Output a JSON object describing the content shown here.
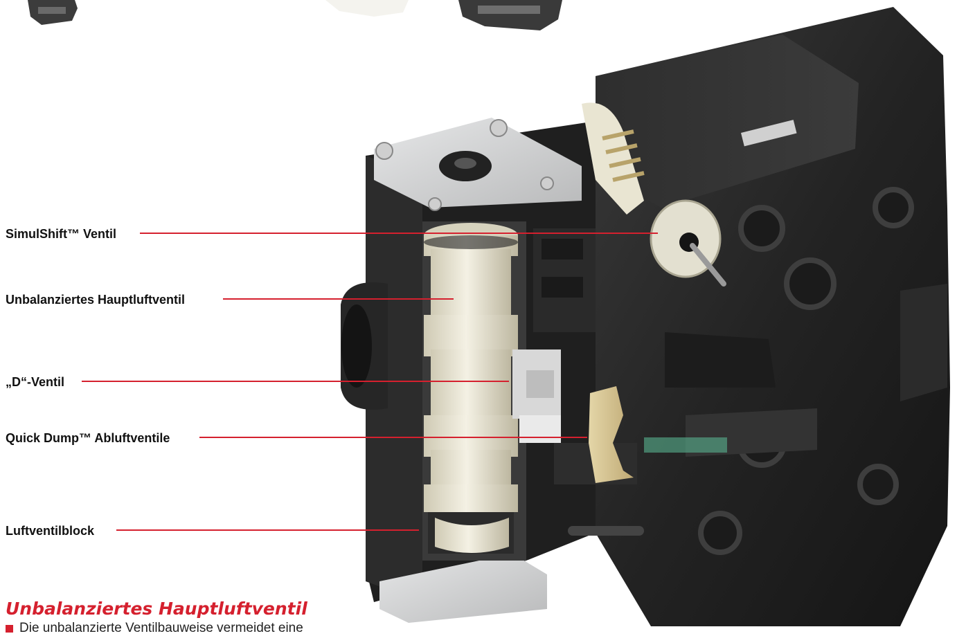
{
  "callouts": [
    {
      "label": "SimulShift™ Ventil"
    },
    {
      "label": "Unbalanziertes Hauptluftventil"
    },
    {
      "label": "„D“-Ventil"
    },
    {
      "label": "Quick Dump™ Abluftventile"
    },
    {
      "label": "Luftventilblock"
    }
  ],
  "section": {
    "heading": "Unbalanziertes Hauptluftventil",
    "bullet_text": "Die unbalanzierte Ventilbauweise vermeidet eine"
  },
  "colors": {
    "accent": "#d5202e",
    "body_dark": "#262626",
    "spool": "#ece8d8",
    "plate": "#d9dadb",
    "lever": "#d8c79a"
  }
}
